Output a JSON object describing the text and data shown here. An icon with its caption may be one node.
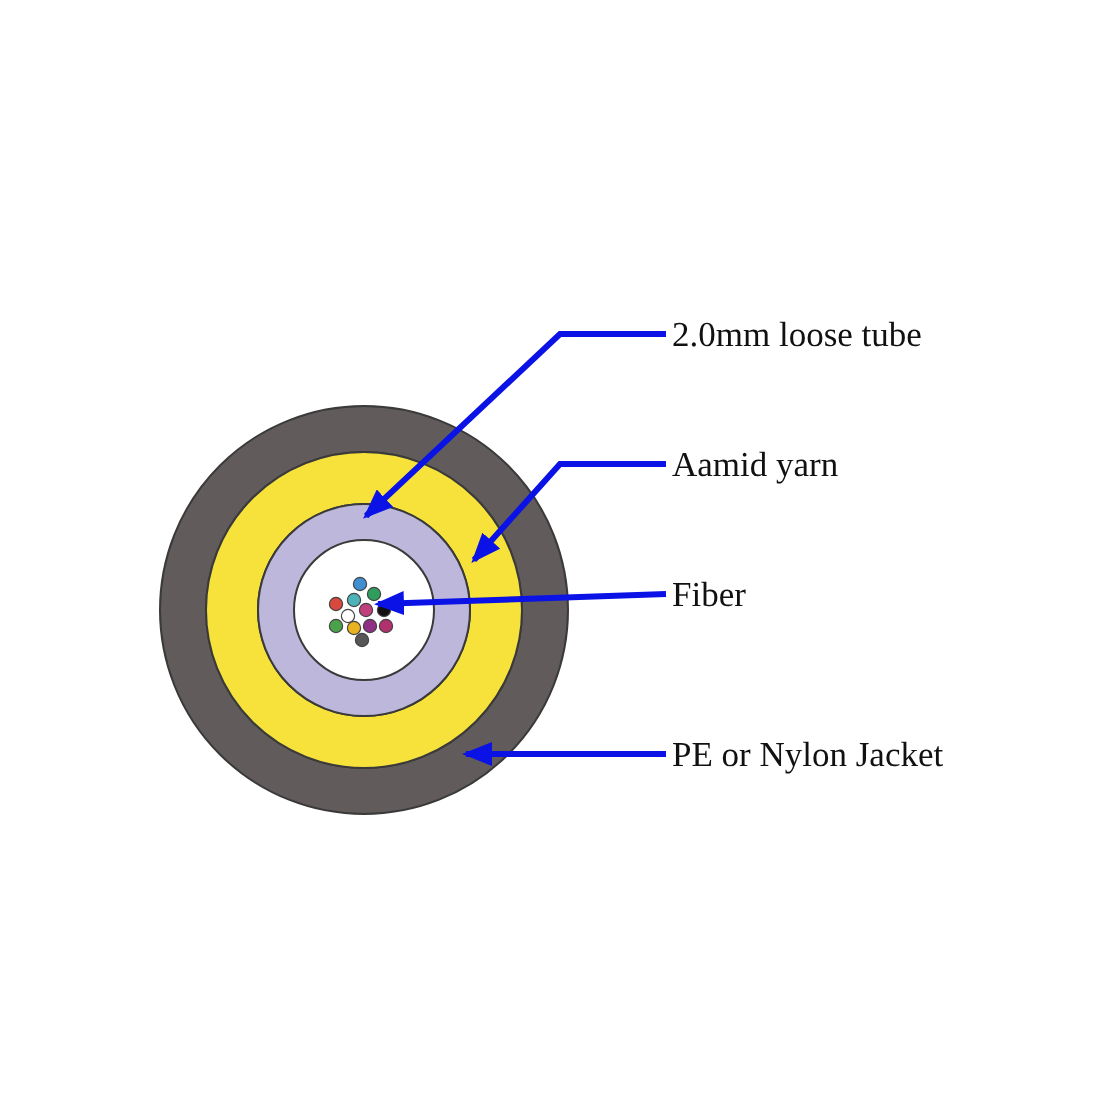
{
  "diagram": {
    "nodes": [
      {
        "text": [],
        "shape": "circle"
      },
      {
        "text": [],
        "shape": "circle",
        "in": 0
      },
      {
        "text": [],
        "shape": "circle",
        "in": 1
      },
      {
        "text": [],
        "shape": "circle",
        "in": 2
      },
      {
        "text": [
          "2.0mm loose tube"
        ]
      },
      {
        "text": [
          "Aamid yarn"
        ]
      },
      {
        "text": [
          "Fiber"
        ]
      },
      {
        "text": [
          "PE or Nylon Jacket"
        ]
      }
    ],
    "edges": [
      {
        "from": 4,
        "to": 2,
        "arrow": "to"
      },
      {
        "from": 5,
        "to": 1,
        "arrow": "to"
      },
      {
        "from": 6,
        "to": 3,
        "arrow": "to"
      },
      {
        "from": 7,
        "to": 0,
        "arrow": "to"
      }
    ]
  }
}
